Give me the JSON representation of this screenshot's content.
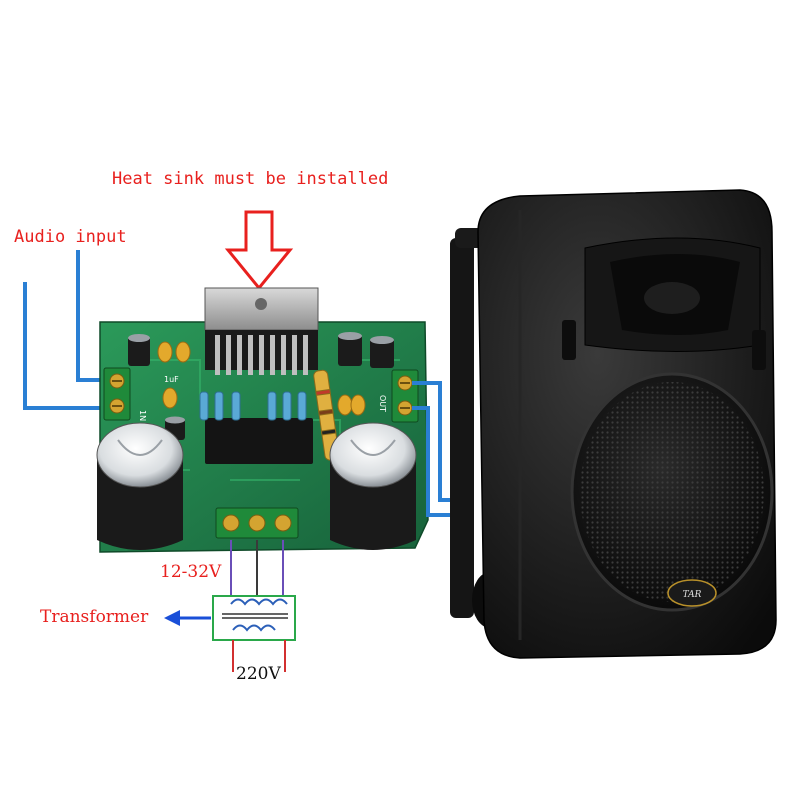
{
  "labels": {
    "heat_sink": "Heat sink must be installed",
    "audio_input": "Audio input",
    "supply_voltage": "12-32V",
    "transformer": "Transformer",
    "mains_voltage": "220V"
  },
  "board_silkscreen": {
    "cap_left": "1uF",
    "input_marks": "1N",
    "output_marks": "OUT"
  },
  "speaker_badge": "TAR",
  "colors": {
    "label_red": "#e8201e",
    "wire_blue": "#2a7fd4",
    "pcb_green": "#1f7a45",
    "transformer_green": "#2aa84a",
    "arrow_blue": "#1a4fd8"
  }
}
